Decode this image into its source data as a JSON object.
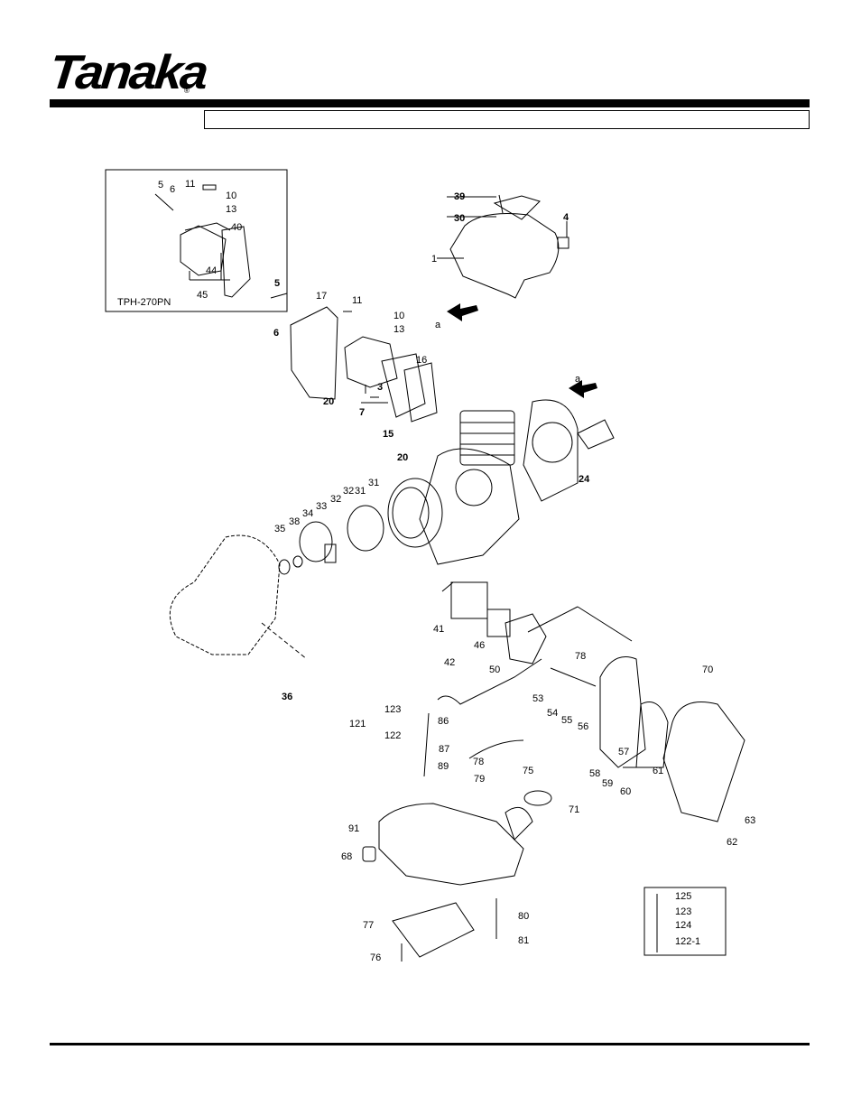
{
  "brand": {
    "logo_text": "Tanaka",
    "registered_mark": "®"
  },
  "header": {
    "title": ""
  },
  "inset_model": "TPH-270PN",
  "part_labels": {
    "p1": "1",
    "p3": "3",
    "p4": "4",
    "p5a": "5",
    "p5b": "5",
    "p6a": "6",
    "p6b": "6",
    "p7": "7",
    "p10a": "10",
    "p10b": "10",
    "p11a": "11",
    "p11b": "11",
    "p13a": "13",
    "p13b": "13",
    "p15": "15",
    "p16": "16",
    "p17": "17",
    "p20a": "20",
    "p20b": "20",
    "p24": "24",
    "p30": "30",
    "p31a": "31",
    "p31b": "31",
    "p32a": "32",
    "p32b": "32",
    "p33": "33",
    "p34": "34",
    "p35": "35",
    "p36": "36",
    "p38": "38",
    "p39": "39",
    "p40": "40",
    "p41": "41",
    "p42": "42",
    "p44": "44",
    "p45": "45",
    "p46": "46",
    "p50": "50",
    "p53": "53",
    "p54": "54",
    "p55": "55",
    "p56": "56",
    "p57": "57",
    "p58": "58",
    "p59": "59",
    "p60": "60",
    "p61": "61",
    "p62": "62",
    "p63": "63",
    "p68": "68",
    "p70": "70",
    "p71": "71",
    "p75": "75",
    "p76": "76",
    "p77": "77",
    "p78a": "78",
    "p78b": "78",
    "p79": "79",
    "p80": "80",
    "p81": "81",
    "p86": "86",
    "p87": "87",
    "p89": "89",
    "p91": "91",
    "p121": "121",
    "p122": "122",
    "p122_1": "122-1",
    "p123a": "123",
    "p123b": "123",
    "p124": "124",
    "p125": "125",
    "arrow_a1": "a",
    "arrow_a2": "a"
  },
  "colors": {
    "ink": "#000000",
    "paper": "#ffffff"
  }
}
